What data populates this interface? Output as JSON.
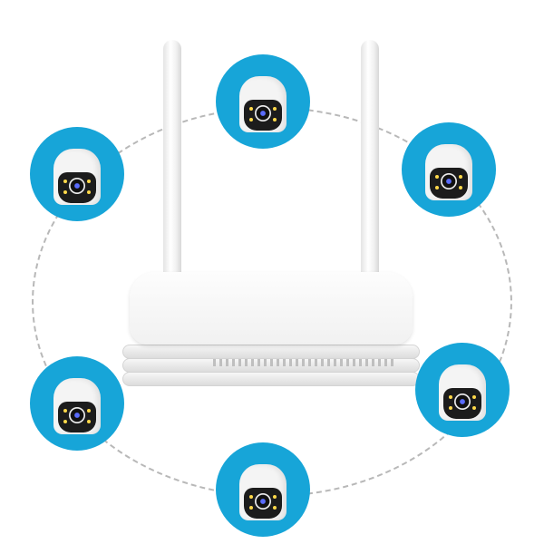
{
  "colors": {
    "accent": "#17a5d8",
    "device": "#f4f4f4",
    "ring": "#b8b8b8"
  },
  "cameras": [
    {
      "position": "top"
    },
    {
      "position": "upper-left"
    },
    {
      "position": "upper-right"
    },
    {
      "position": "lower-left"
    },
    {
      "position": "lower-right"
    },
    {
      "position": "bottom"
    }
  ]
}
